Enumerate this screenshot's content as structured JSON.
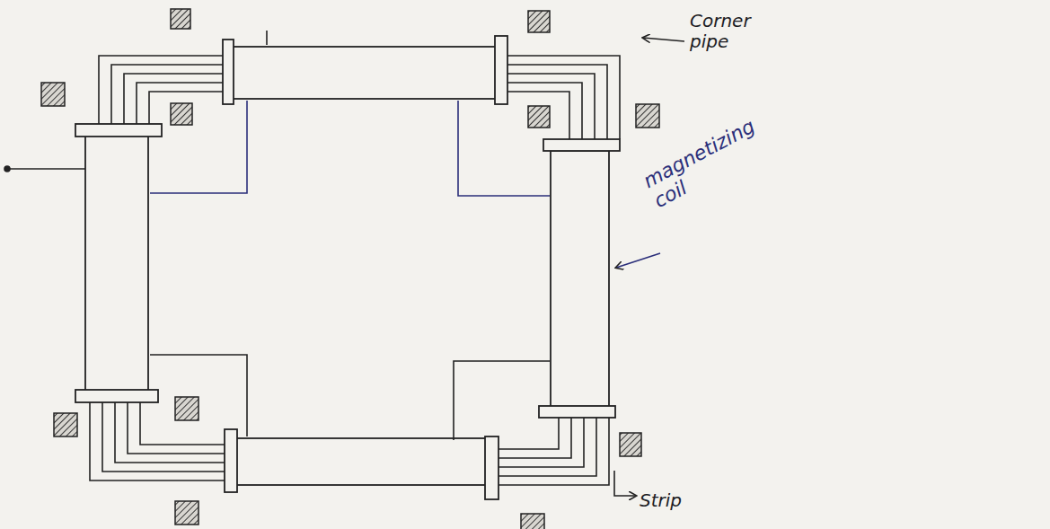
{
  "diagram": {
    "labels": [
      "Corner pipe",
      "magnetizing coil",
      "Strip"
    ]
  }
}
